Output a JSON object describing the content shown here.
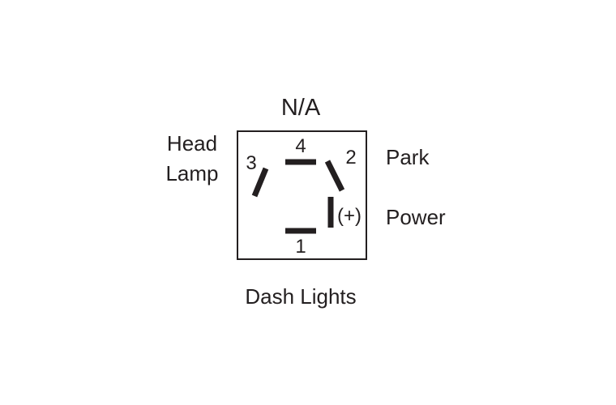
{
  "switch": {
    "title": "N/A",
    "labels": {
      "left_line1": "Head",
      "left_line2": "Lamp",
      "right_top": "Park",
      "right_bottom": "Power",
      "bottom": "Dash Lights"
    },
    "pins": {
      "p1": "1",
      "p2": "2",
      "p3": "3",
      "p4": "4",
      "power_mark": "(+)"
    }
  }
}
